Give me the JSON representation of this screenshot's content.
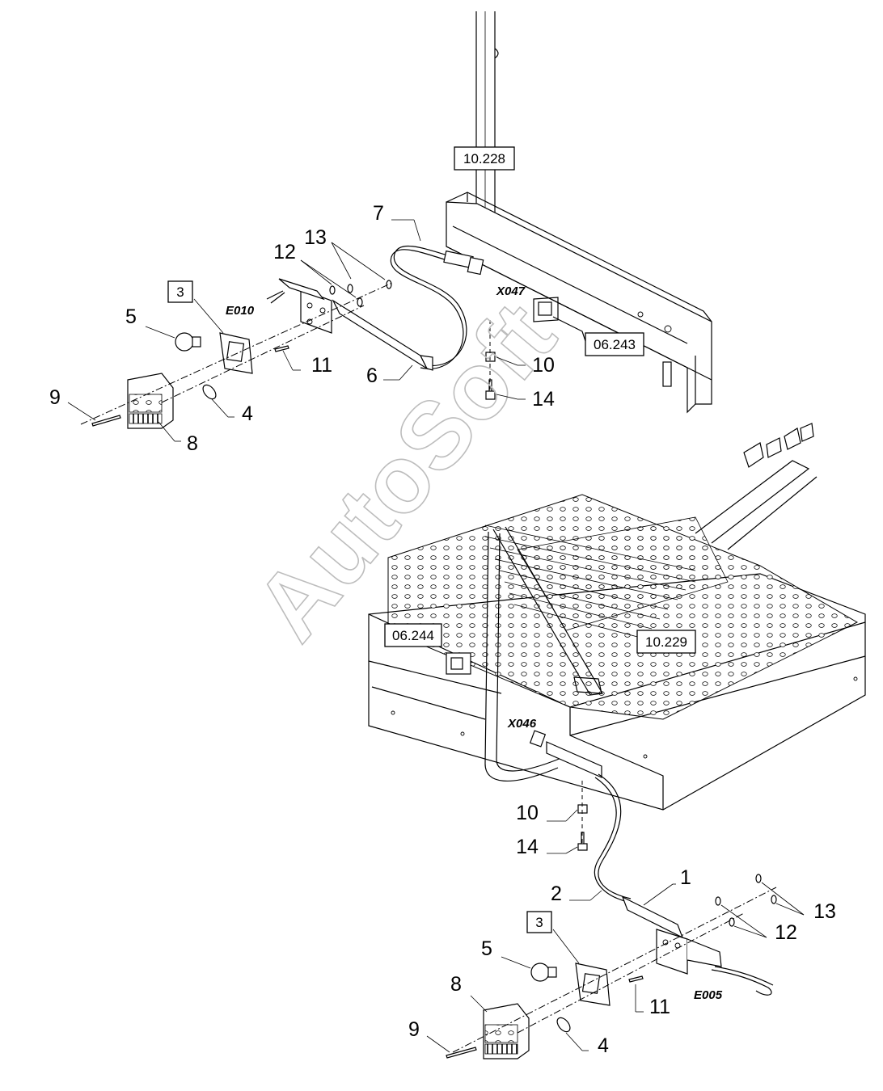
{
  "watermark": "AutoSoft",
  "reference_boxes": [
    "10.228",
    "06.243",
    "06.244",
    "10.229"
  ],
  "connectors": [
    "X047",
    "E010",
    "X046",
    "E005"
  ],
  "callouts_upper": [
    "7",
    "13",
    "12",
    "3",
    "5",
    "9",
    "8",
    "4",
    "11",
    "6",
    "10",
    "14"
  ],
  "callouts_lower": [
    "10",
    "14",
    "2",
    "1",
    "13",
    "12",
    "3",
    "5",
    "8",
    "9",
    "11",
    "4"
  ]
}
